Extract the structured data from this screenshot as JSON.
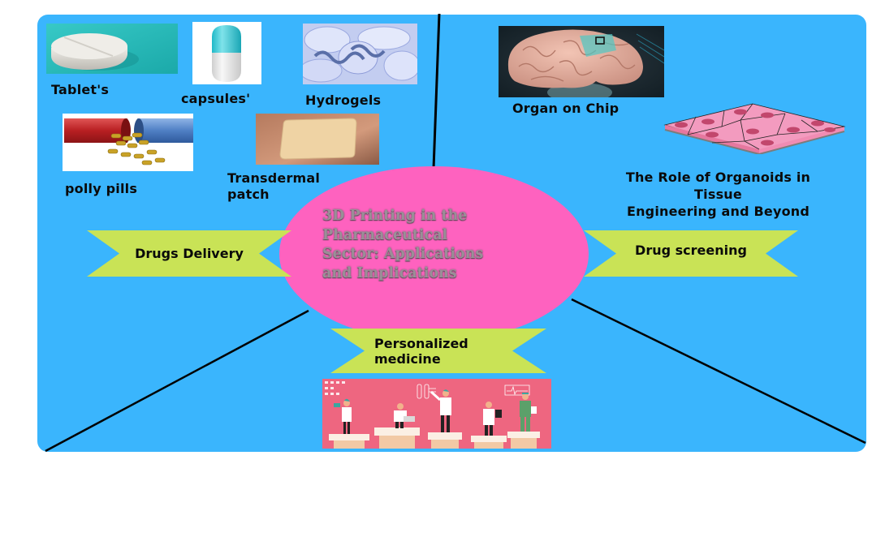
{
  "diagram": {
    "title": "3D Printing in the Pharmaceutical Sector: Applications and Implications",
    "title_lines": [
      "3D Printing in the",
      "Pharmaceutical",
      "Sector: Applications",
      "and Implications"
    ],
    "colors": {
      "background": "#3AB5FD",
      "center_ellipse": "#FE62BF",
      "ribbon": "#C9E356",
      "title_text": "#9A8F97",
      "divider_lines": "#000000"
    },
    "branches": {
      "drug_delivery": {
        "label": "Drugs Delivery",
        "items": [
          {
            "label": "Tablet's",
            "icon": "tablet-image"
          },
          {
            "label": "capsules'",
            "icon": "capsule-image"
          },
          {
            "label": "Hydrogels",
            "icon": "hydrogel-image"
          },
          {
            "label": "polly pills",
            "icon": "polly-pills-image"
          },
          {
            "label_line1": "Transdermal",
            "label_line2": "patch",
            "icon": "transdermal-patch-image"
          }
        ]
      },
      "drug_screening": {
        "label": "Drug screening",
        "items": [
          {
            "label": "Organ on Chip",
            "icon": "brain-chip-image"
          },
          {
            "label_line1": "The Role of Organoids in",
            "label_line2": "Tissue",
            "label_line3": "Engineering and Beyond",
            "icon": "organoid-tissue-image"
          }
        ]
      },
      "personalized_medicine": {
        "label_line1": "Personalized",
        "label_line2": "medicine",
        "icon": "medical-team-illustration"
      }
    }
  }
}
